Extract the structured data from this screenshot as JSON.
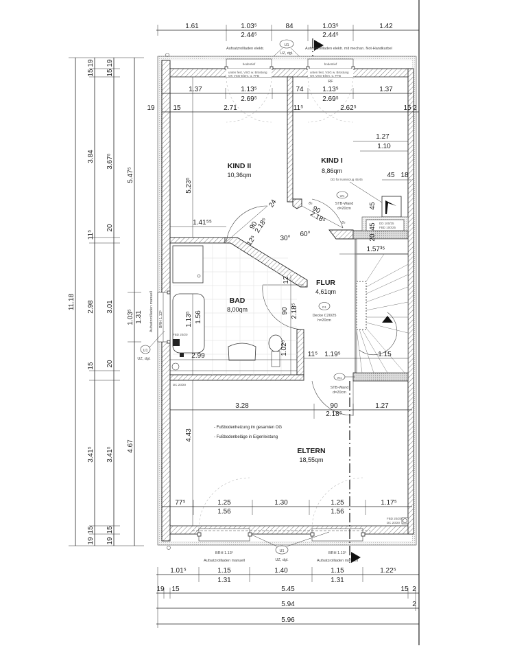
{
  "plan": {
    "title": "Obergeschoss Grundriss",
    "rooms": [
      {
        "id": "kind2",
        "name": "KIND II",
        "area": "10,36qm"
      },
      {
        "id": "kind1",
        "name": "KIND I",
        "area": "8,86qm"
      },
      {
        "id": "bad",
        "name": "BAD",
        "area": "8,00qm"
      },
      {
        "id": "flur",
        "name": "FLUR",
        "area": "4,61qm"
      },
      {
        "id": "eltern",
        "name": "ELTERN",
        "area": "18,55qm"
      }
    ],
    "top_dims": {
      "row1": [
        "1.61",
        "1.03⁵",
        "84",
        "1.03⁵",
        "1.42"
      ],
      "row1_sub": [
        "2.44⁵",
        "2.44⁵"
      ]
    },
    "top_windows": {
      "left_label": "Aufsatzrollladen elektr.",
      "right_label": "Aufsatzrollladen elektr. mit mechan. Not-Handkurbel",
      "tag": "U1",
      "tag_sub": "UZ, dgl.",
      "sill_left": "bodentief",
      "sill_right": "bodentief",
      "note_left_1": "unten fest, VSG w. Brüstung",
      "note_left_2": "OK VSG-Elem. ü. FFB",
      "note_right_1": "unten fest, VSG w. Brüstung",
      "note_right_2": "OK VSG-Elem. ü. FFB",
      "rf": "RF"
    },
    "inner_top_dims": {
      "row1": [
        "1.37",
        "1.13⁵",
        "74",
        "1.13⁵",
        "1.37"
      ],
      "row1_sub": [
        "2.69⁵",
        "2.69⁵"
      ],
      "row2": [
        "19",
        "15",
        "2.71",
        "11⁵",
        "2.62⁵",
        "15",
        "2"
      ]
    },
    "left_dims": {
      "col1": [
        "11.18"
      ],
      "col2": [
        "19",
        "15",
        "3.84",
        "11⁵",
        "2.98",
        "15",
        "3.41⁵",
        "15",
        "19"
      ],
      "col3": [
        "19",
        "15",
        "3.67⁵",
        "20",
        "3.01",
        "20",
        "3.41⁵",
        "15",
        "19"
      ],
      "col4": [
        "5.47⁵",
        "1.03⁵",
        "1.31",
        "4.67"
      ]
    },
    "left_window": {
      "label": "Aufsatzrollladen manuell",
      "brh": "BRH 1.13⁵",
      "tag": "U1",
      "tag_sub": "UZ, dgl."
    },
    "kind2_dims": {
      "height": "5.23⁵",
      "width": "1.41⁵⁵",
      "door_90": "90",
      "door_218": "2.18⁵",
      "d24": "24",
      "d125": "12⁵",
      "angle30": "30°"
    },
    "kind1_dims": {
      "d127": "1.27",
      "d110": "1.10",
      "d45a": "45",
      "d18": "18",
      "d45b": "45",
      "d45c": "45",
      "d20": "20",
      "door_90": "90",
      "door_218": "2.18⁵",
      "d8": "8⁵",
      "d6": "6⁵",
      "angle60": "60°",
      "kamin": "DD für Kaminzug 45/45",
      "dd": "DD 100/25",
      "fbd": "FBD 100/25",
      "wall_tag": "W1",
      "wall_label": "STB-Wand",
      "wall_thick": "d=20cm"
    },
    "bad_dims": {
      "d113": "1.13⁵",
      "d156": "1.56",
      "d299": "2.99",
      "d12": "12",
      "d90": "90",
      "d218": "2.18⁵",
      "d102": "1.02⁵",
      "fbd": "FBD 20/20",
      "dc": "DC 20/20"
    },
    "flur_dims": {
      "d157": "1.57³⁵",
      "d11": "11⁵",
      "d119": "1.19⁵",
      "d115": "1.15",
      "ceiling_tag": "D1",
      "ceiling_label": "Decke C20/25",
      "ceiling_thick": "h=20cm",
      "wall_tag": "W1",
      "wall_label": "STB-Wand",
      "wall_thick": "d=20cm"
    },
    "eltern_dims": {
      "d328": "3.28",
      "d90": "90",
      "d218": "2.18⁵",
      "d127": "1.27",
      "d443": "4.43",
      "d775": "77⁵",
      "d125a": "1.25",
      "d156a": "1.56",
      "d130": "1.30",
      "d125b": "1.25",
      "d156b": "1.56",
      "d117": "1.17⁵",
      "note1": "- Fußbodenheizung im gesamten OG",
      "note2": "- Fußbodenbeläge in Eigenleistung",
      "fbd": "FBD 20/20",
      "dc": "DC 20/20"
    },
    "bottom_windows": {
      "brh_left": "BRH 1.13⁵",
      "brh_right": "BRH 1.13⁵",
      "label_left": "Aufsatzrollladen manuell",
      "label_right": "Aufsatzrollladen manuell",
      "tag": "U1",
      "tag_sub": "UZ, dgl."
    },
    "bottom_dims": {
      "row1": [
        "1.01⁵",
        "1.15",
        "1.40",
        "1.15",
        "1.22⁵"
      ],
      "row1_sub": [
        "1.31",
        "1.31"
      ],
      "row2": [
        "19",
        "15",
        "5.45",
        "15",
        "2"
      ],
      "row3": [
        "5.94",
        "2"
      ],
      "row4": [
        "5.96"
      ]
    }
  }
}
